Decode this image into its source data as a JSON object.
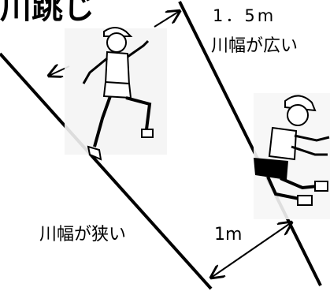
{
  "title_partial": "川跳じ",
  "labels": {
    "wide_width": "1．5m",
    "wide": "川幅が広い",
    "narrow": "川幅が狭い",
    "narrow_width": "1m"
  },
  "colors": {
    "line": "#000000",
    "background": "#ffffff"
  },
  "figures": {
    "runner": "running-child-illustration",
    "jumper": "jumping-child-illustration"
  }
}
